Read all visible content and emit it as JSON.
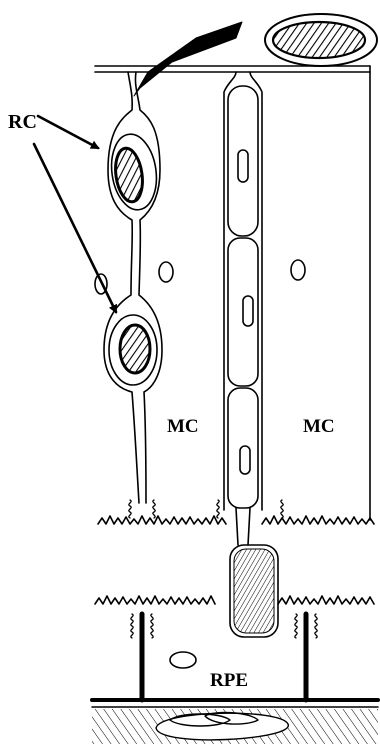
{
  "labels": {
    "rc": "RC",
    "mc_left": "MC",
    "mc_right": "MC",
    "rpe": "RPE"
  },
  "colors": {
    "ink": "#000000",
    "paper": "#ffffff"
  }
}
